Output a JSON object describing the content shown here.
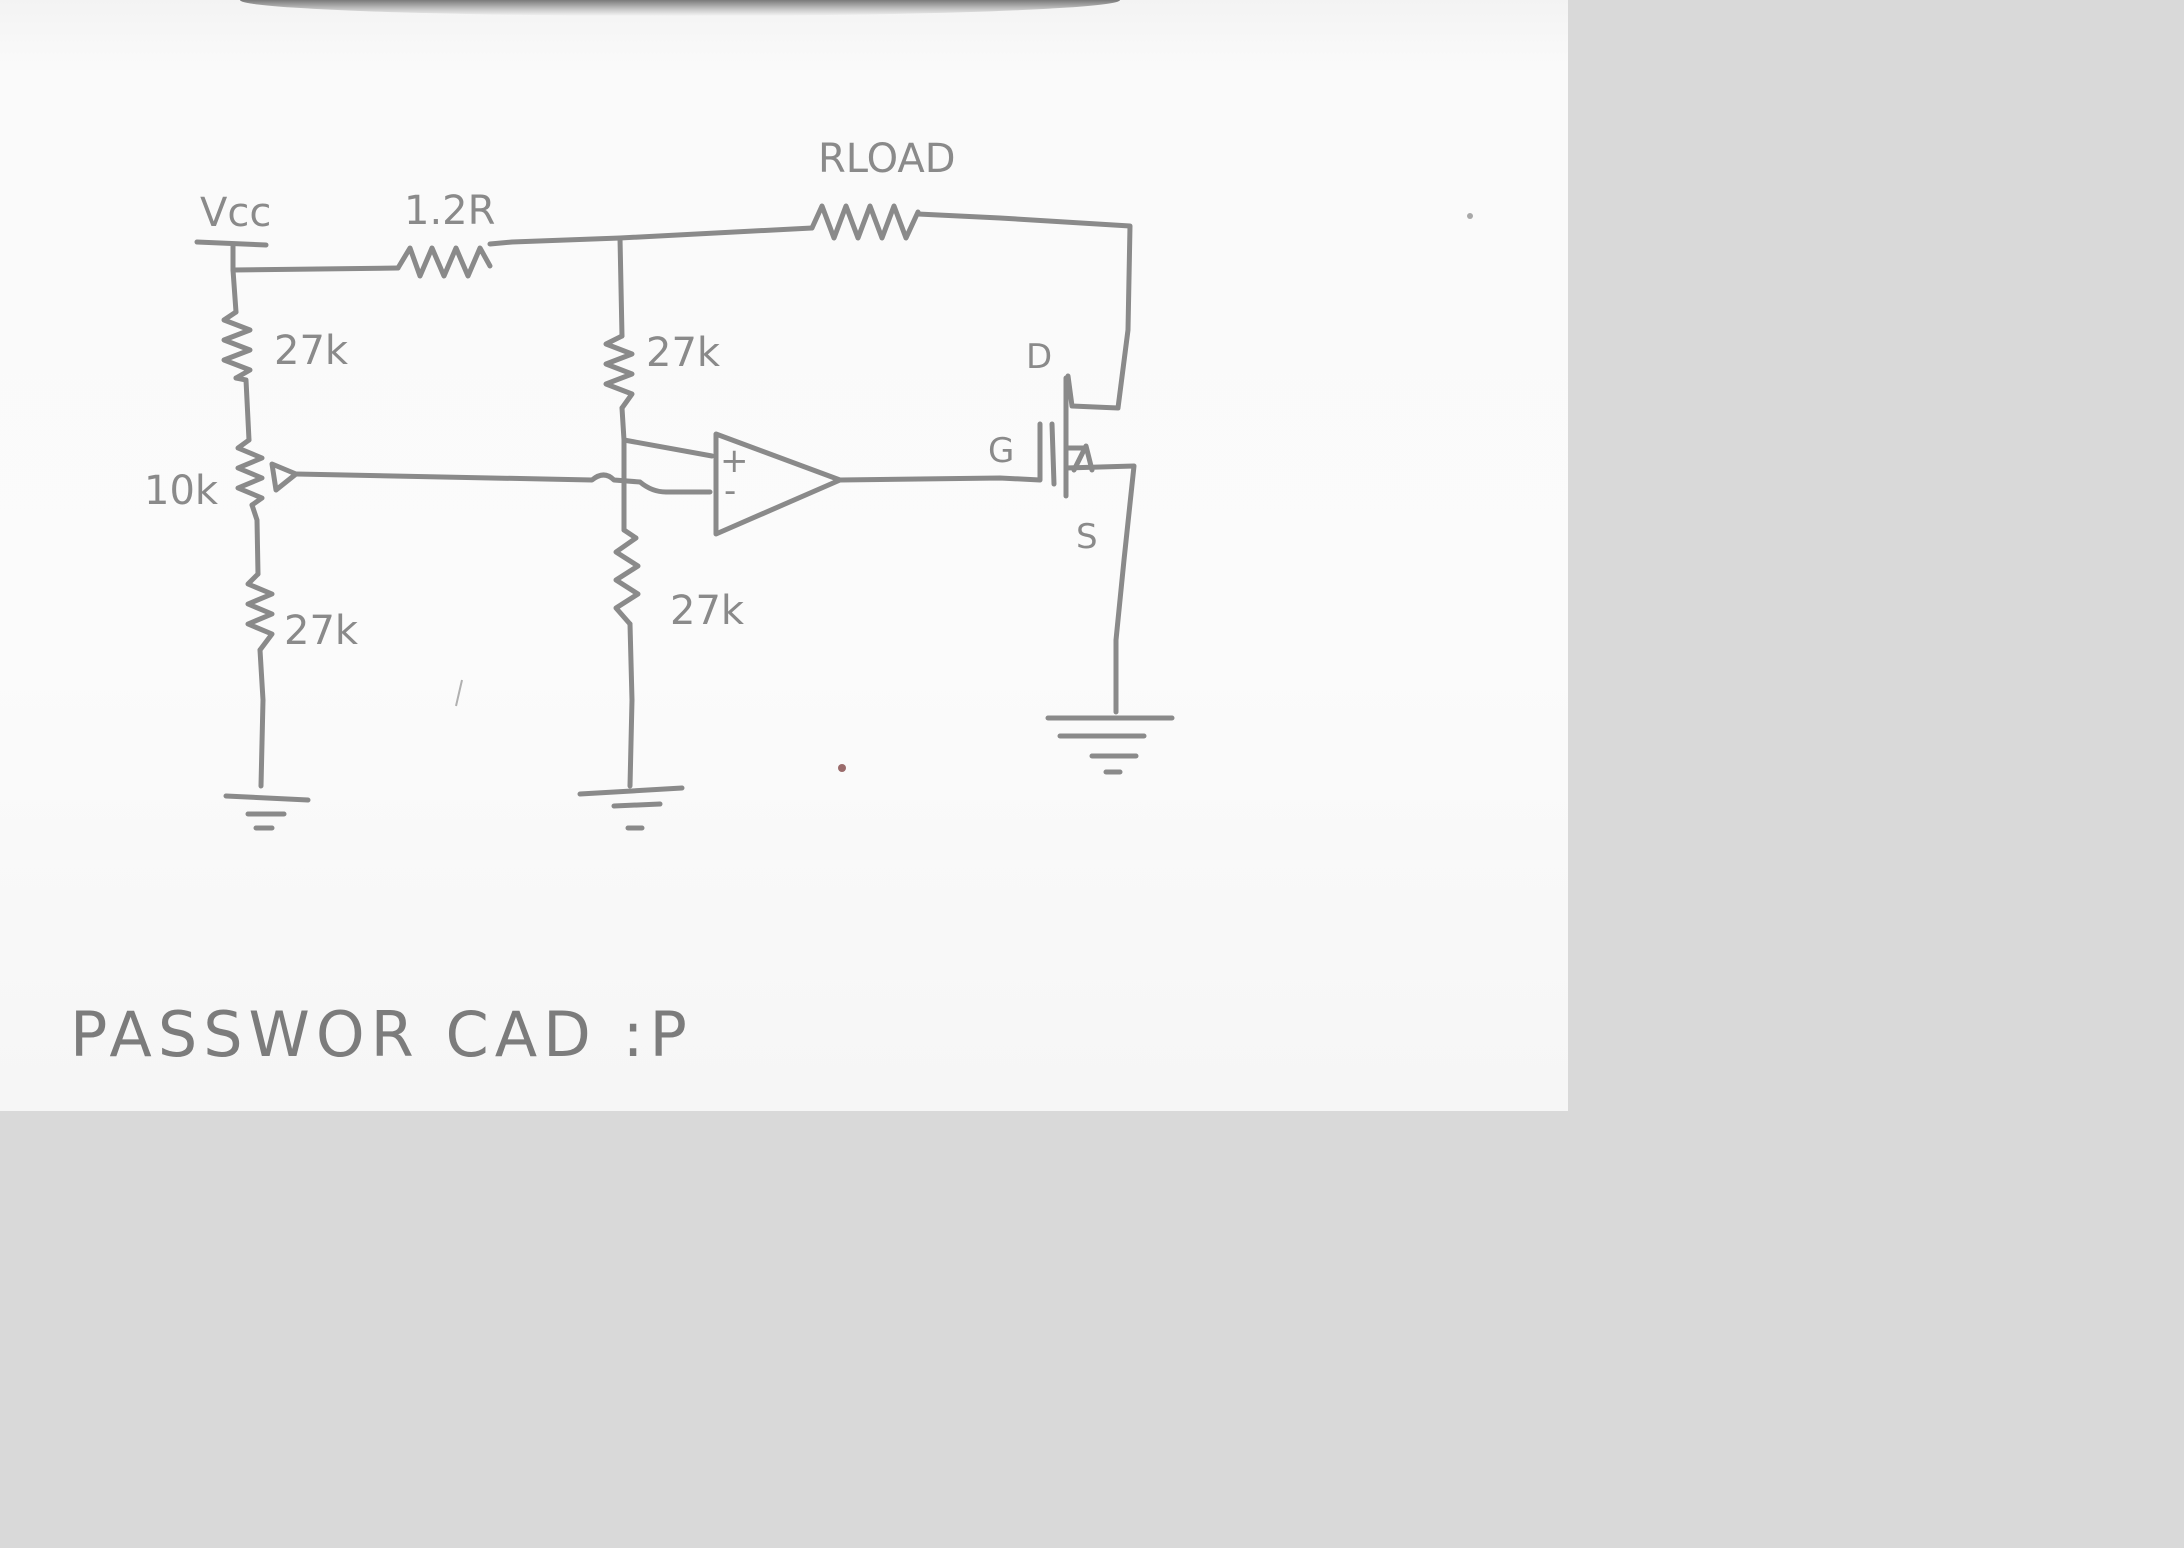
{
  "labels": {
    "vcc": "Vcc",
    "r_supply": "1.2R",
    "r_load": "RLOAD",
    "r_top_left": "27k",
    "pot": "10k",
    "r_bottom_left": "27k",
    "r_top_mid": "27k",
    "r_bottom_mid": "27k",
    "opamp_plus": "+",
    "opamp_minus": "-",
    "drain": "D",
    "gate": "G",
    "source": "S"
  },
  "footer": {
    "note": "PASSWOR CAD :P"
  }
}
